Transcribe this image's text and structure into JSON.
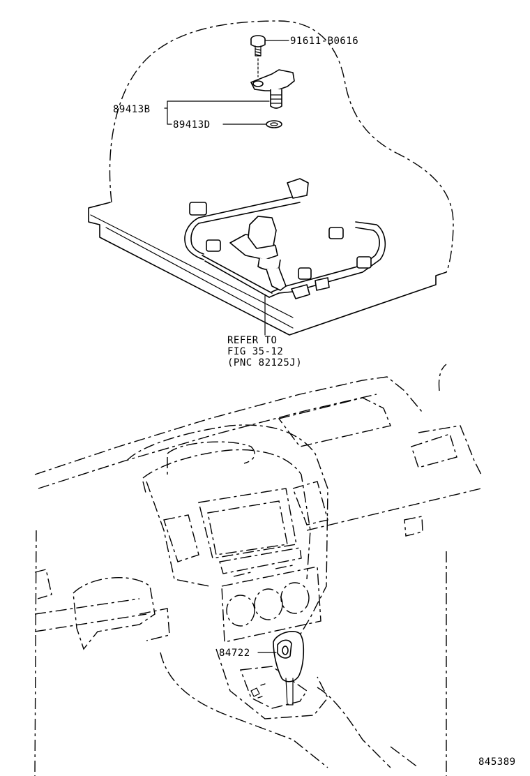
{
  "callouts": {
    "bolt": "91611-B0616",
    "sensor": "89413B",
    "oring": "89413D",
    "refer_line1": "REFER TO",
    "refer_line2": "FIG 35-12",
    "refer_line3": "(PNC 82125J)",
    "knob": "84722"
  },
  "figure_id": "845389"
}
